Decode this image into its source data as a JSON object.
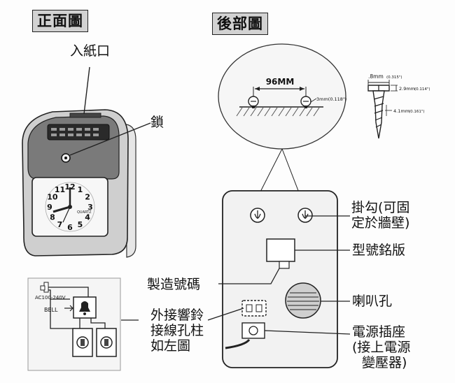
{
  "headings": {
    "front_view": "正面圖",
    "rear_view": "後部圖"
  },
  "front": {
    "paper_slot": "入紙口",
    "lock": "鎖",
    "dial_numbers": [
      "12",
      "1",
      "2",
      "3",
      "4",
      "5",
      "6",
      "7",
      "8",
      "9",
      "10",
      "11"
    ],
    "brand": "QUARTZ"
  },
  "rear": {
    "hook_label": [
      "掛勾(可固",
      "定於牆壁)"
    ],
    "nameplate": "型號銘版",
    "serial": "製造號碼",
    "speaker": "喇叭孔",
    "bell_terminal": [
      "外接響鈴",
      "接線孔柱",
      "如左圖"
    ],
    "power_socket": [
      "電源插座",
      "(接上電源",
      "變壓器)"
    ]
  },
  "detail": {
    "spacing": "96MM",
    "screw_gap": "3mm(0.118\")"
  },
  "screw": {
    "head": ".8mm",
    "head_in": "(0.315\")",
    "neck": "2.9mm",
    "neck_in": "(0.114\")",
    "shank": "4.1mm",
    "shank_in": "(0.161\")"
  },
  "wiring": {
    "supply": "AC100-240V",
    "bell": "BELL"
  },
  "colors": {
    "body_dark": "#7a7a7a",
    "body_light": "#d8d8d8",
    "heading_bg": "#d2d2d2"
  }
}
